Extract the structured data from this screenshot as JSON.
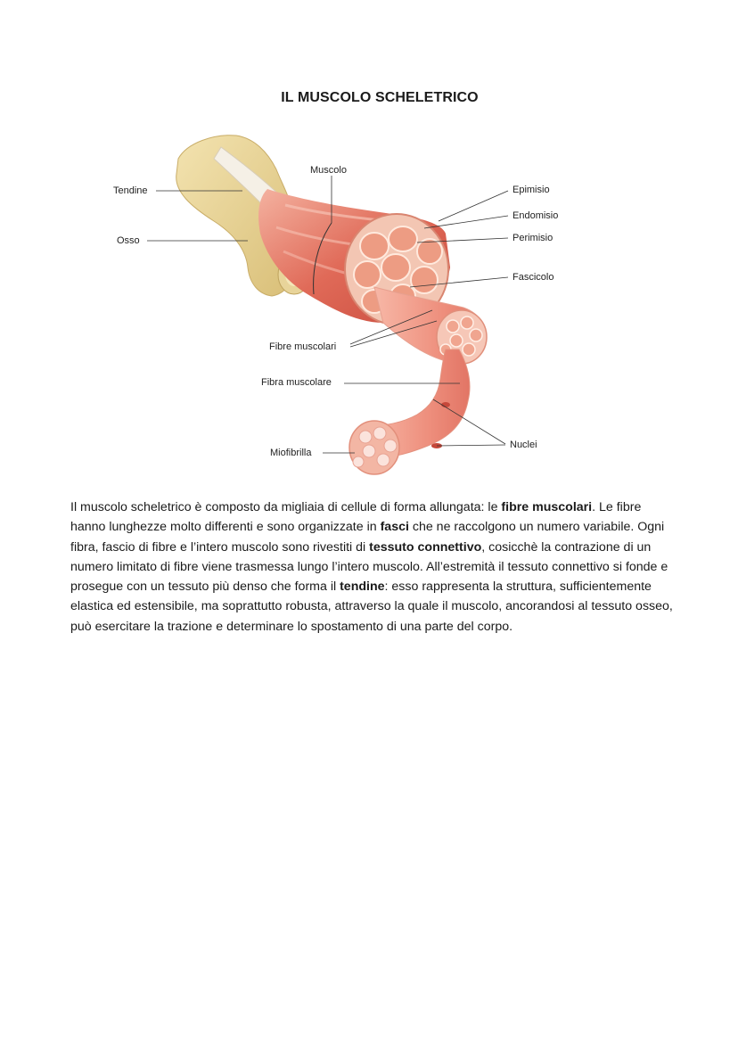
{
  "document": {
    "title": "IL MUSCOLO SCHELETRICO"
  },
  "figure": {
    "labels": {
      "muscolo": "Muscolo",
      "tendine": "Tendine",
      "osso": "Osso",
      "epimisio": "Epimisio",
      "endomisio": "Endomisio",
      "perimisio": "Perimisio",
      "fascicolo": "Fascicolo",
      "fibre_muscolari": "Fibre muscolari",
      "fibra_muscolare": "Fibra muscolare",
      "miofibrilla": "Miofibrilla",
      "nuclei": "Nuclei"
    }
  },
  "paragraph": {
    "t1": "Il muscolo scheletrico è composto da migliaia di cellule di forma allungata: le ",
    "b1": "fibre muscolari",
    "t2": ". Le fibre hanno lunghezze molto differenti e sono organizzate in ",
    "b2": "fasci",
    "t3": " che ne raccolgono un numero variabile. Ogni fibra, fascio di fibre e l’intero muscolo sono rivestiti di ",
    "b3": "tessuto connettivo",
    "t4": ", cosicchè la contrazione di un numero limitato di fibre viene trasmessa lungo l’intero muscolo. All’estremità il tessuto connettivo si fonde e prosegue con un tessuto più denso che forma il ",
    "b4": "tendine",
    "t5": ": esso rappresenta la struttura, sufficientemente elastica ed estensibile, ma soprattutto robusta, attraverso la quale il muscolo, ancorandosi al tessuto osseo, può esercitare la trazione e determinare lo spostamento di una parte del corpo."
  }
}
